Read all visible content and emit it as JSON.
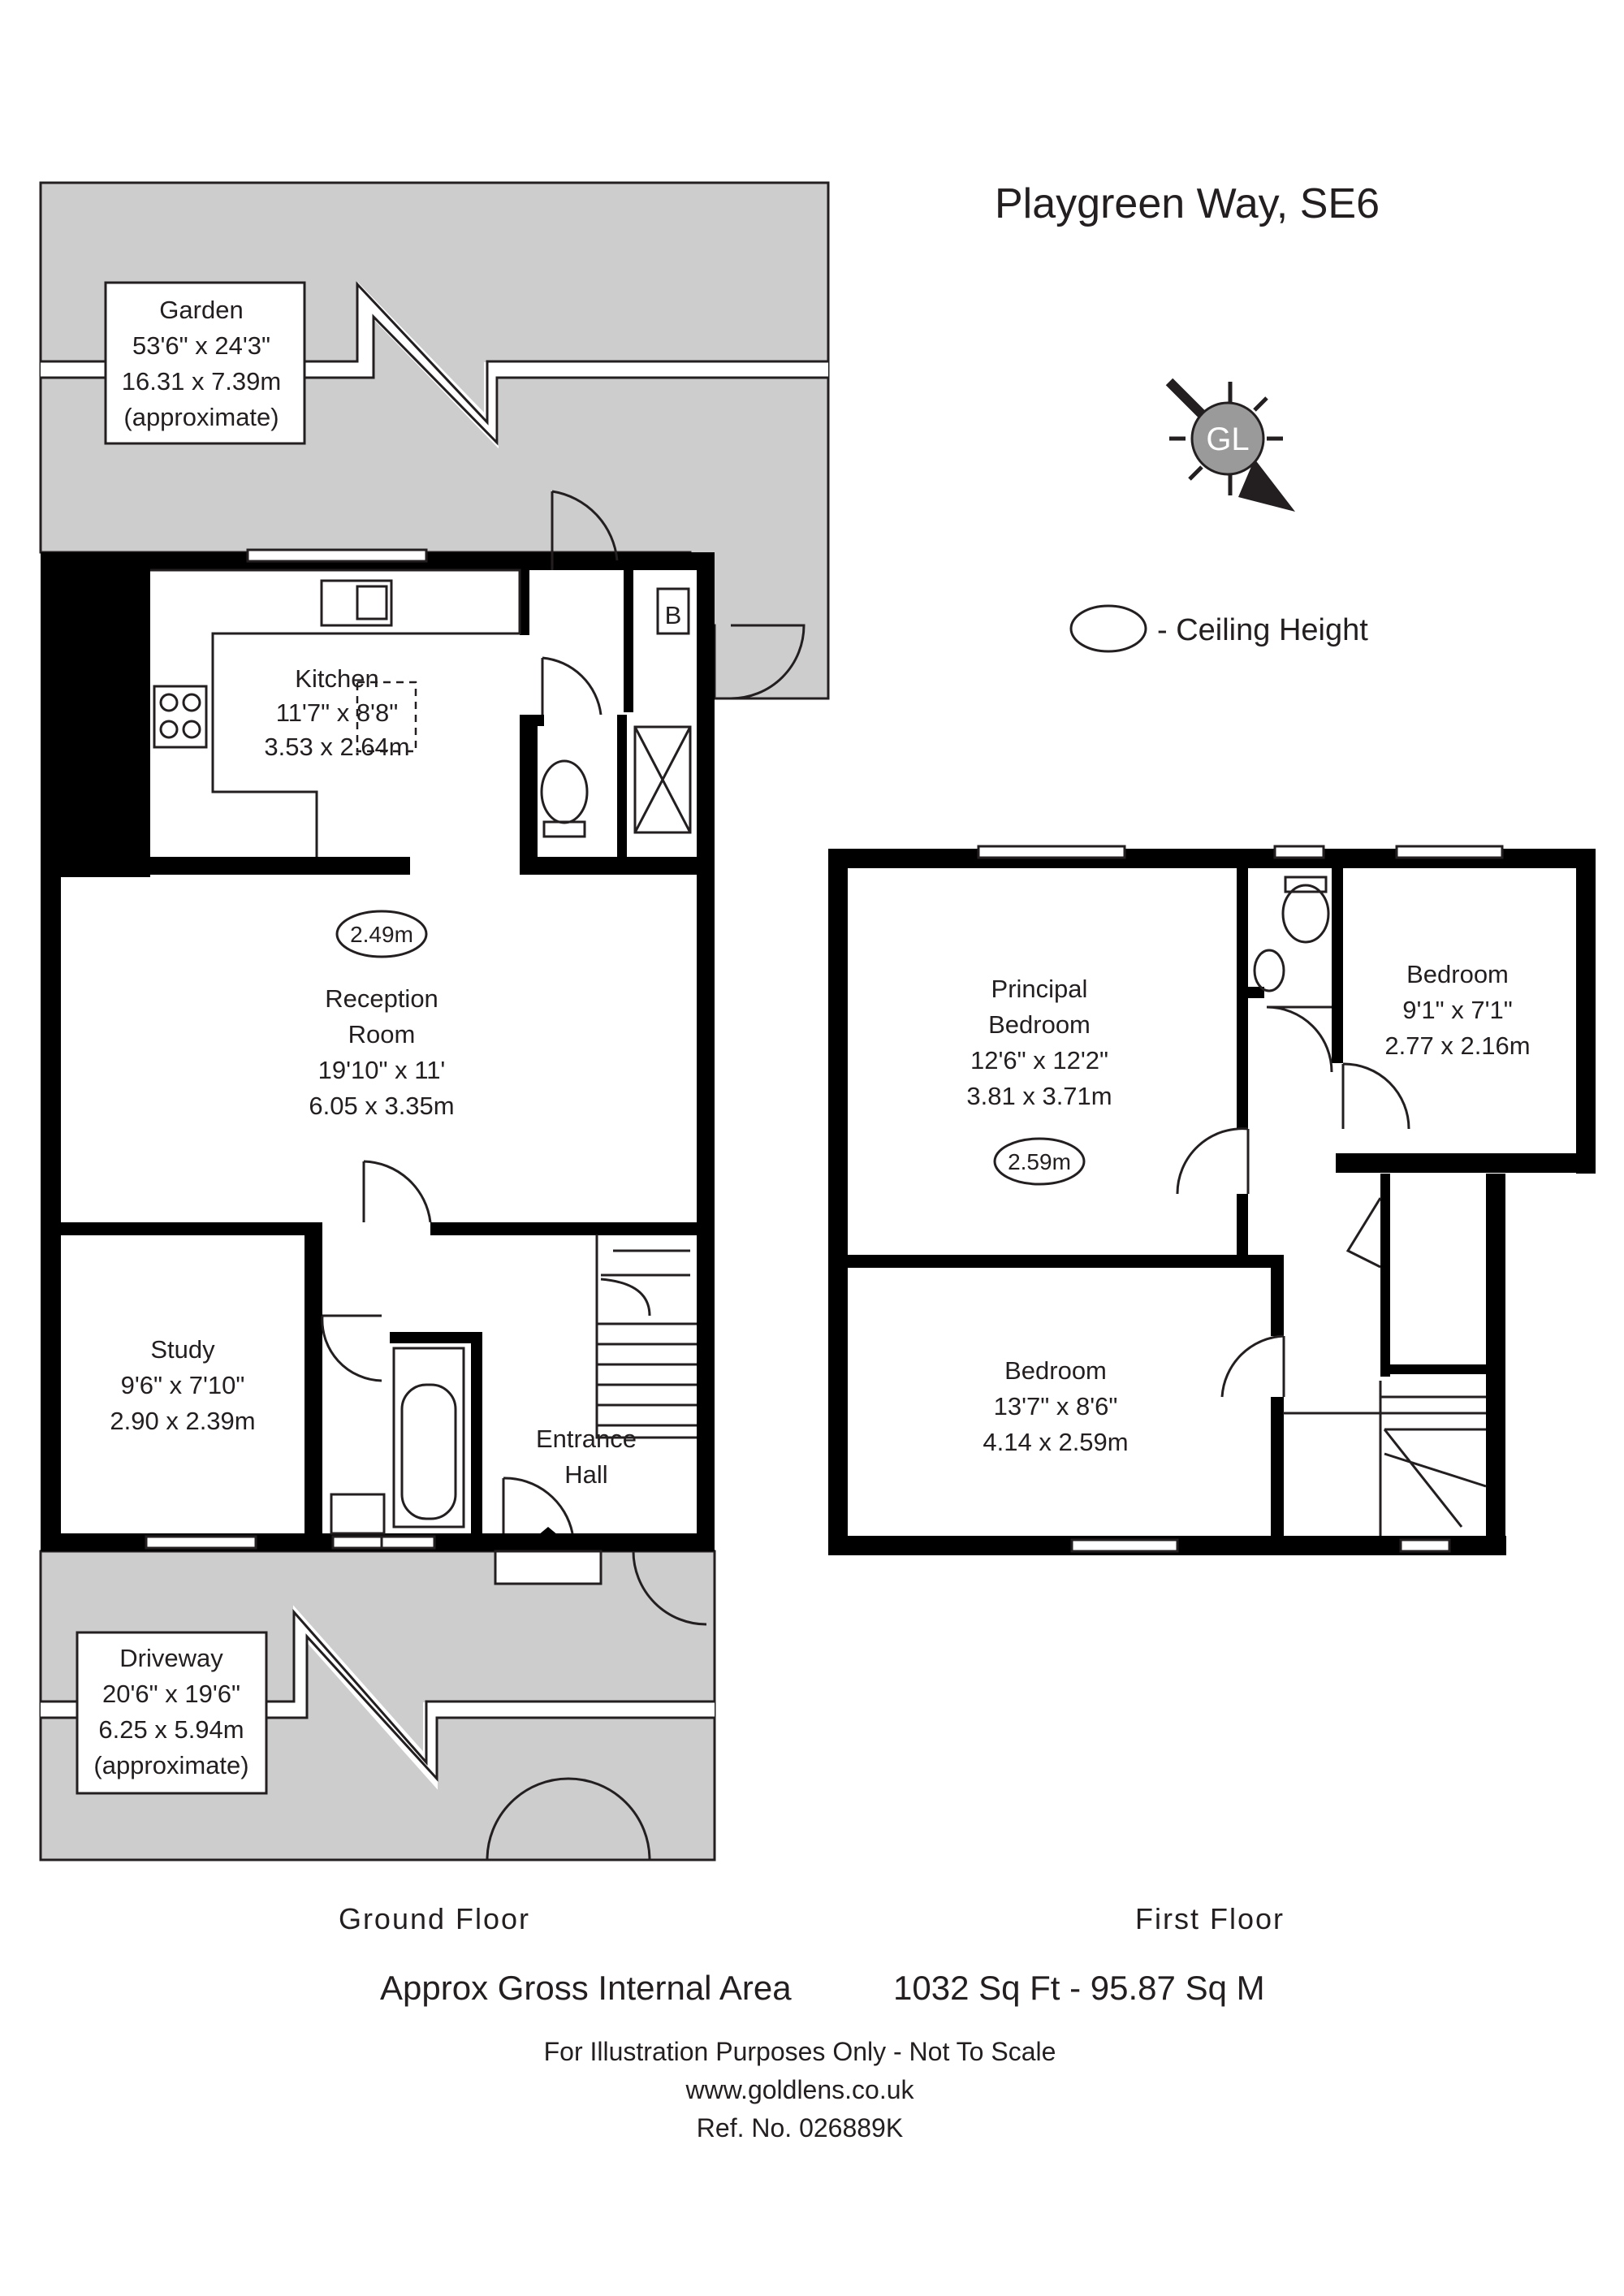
{
  "property": {
    "title": "Playgreen Way, SE6"
  },
  "legend": {
    "ceiling_height_label": "- Ceiling Height"
  },
  "logo": {
    "text": "GL"
  },
  "ground_floor": {
    "label": "Ground Floor",
    "rooms": {
      "garden": {
        "name": "Garden",
        "imperial": "53'6\" x 24'3\"",
        "metric": "16.31 x 7.39m",
        "note": "(approximate)"
      },
      "kitchen": {
        "name": "Kitchen",
        "imperial": "11'7\" x 8'8\"",
        "metric": "3.53 x 2.64m"
      },
      "reception": {
        "name_line1": "Reception",
        "name_line2": "Room",
        "imperial": "19'10\" x 11'",
        "metric": "6.05 x 3.35m",
        "ceiling": "2.49m"
      },
      "study": {
        "name": "Study",
        "imperial": "9'6\" x 7'10\"",
        "metric": "2.90 x 2.39m"
      },
      "entrance": {
        "name_line1": "Entrance",
        "name_line2": "Hall"
      },
      "driveway": {
        "name": "Driveway",
        "imperial": "20'6\" x 19'6\"",
        "metric": "6.25 x 5.94m",
        "note": "(approximate)"
      },
      "boiler": {
        "label": "B"
      }
    }
  },
  "first_floor": {
    "label": "First Floor",
    "rooms": {
      "principal": {
        "name_line1": "Principal",
        "name_line2": "Bedroom",
        "imperial": "12'6\" x 12'2\"",
        "metric": "3.81 x 3.71m",
        "ceiling": "2.59m"
      },
      "bedroom_small": {
        "name": "Bedroom",
        "imperial": "9'1\" x 7'1\"",
        "metric": "2.77 x 2.16m"
      },
      "bedroom_rear": {
        "name": "Bedroom",
        "imperial": "13'7\" x 8'6\"",
        "metric": "4.14 x 2.59m"
      }
    }
  },
  "footer": {
    "area_label": "Approx Gross Internal Area",
    "area_value": "1032 Sq Ft  -  95.87 Sq M",
    "disclaimer": "For Illustration Purposes Only - Not To Scale",
    "website": "www.goldlens.co.uk",
    "reference": "Ref. No. 026889K"
  }
}
